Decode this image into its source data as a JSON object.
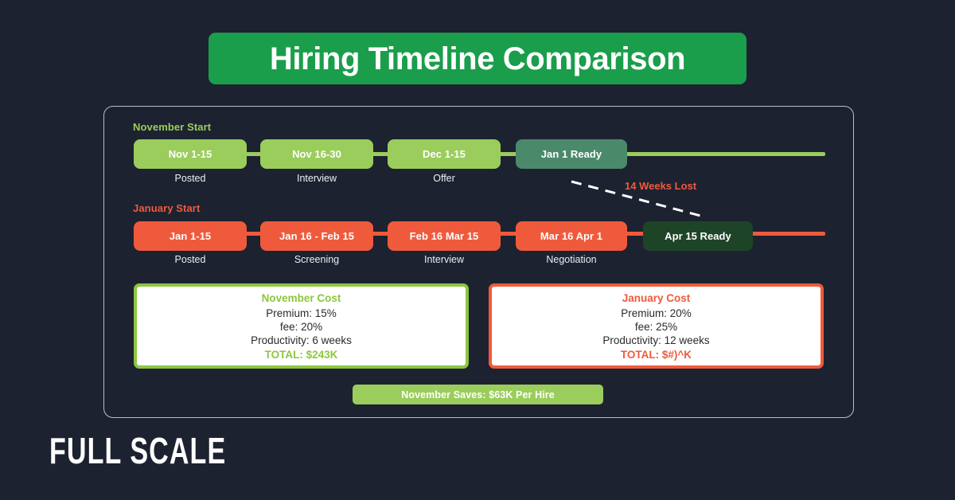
{
  "title": {
    "text": "Hiring Timeline Comparison"
  },
  "timelines": [
    {
      "label": "November Start",
      "accent_color": "#9acd5c",
      "nodes": [
        {
          "text": "Nov 1-15",
          "caption": "Posted",
          "style": "green"
        },
        {
          "text": "Nov 16-30",
          "caption": "Interview",
          "style": "green"
        },
        {
          "text": "Dec 1-15",
          "caption": "Offer",
          "style": "green"
        },
        {
          "text": "Jan 1 Ready",
          "caption": "",
          "style": "teal"
        }
      ]
    },
    {
      "label": "January Start",
      "accent_color": "#f05a3c",
      "nodes": [
        {
          "text": "Jan 1-15",
          "caption": "Posted",
          "style": "orange"
        },
        {
          "text": "Jan 16 - Feb 15",
          "caption": "Screening",
          "style": "orange"
        },
        {
          "text": "Feb 16 Mar 15",
          "caption": "Interview",
          "style": "orange"
        },
        {
          "text": "Mar 16 Apr 1",
          "caption": "Negotiation",
          "style": "orange"
        },
        {
          "text": "Apr 15 Ready",
          "caption": "",
          "style": "dark"
        }
      ]
    }
  ],
  "gap_annotation": {
    "text": "14 Weeks Lost",
    "color": "#f05a3c"
  },
  "cost_cards": [
    {
      "title": "November Cost",
      "lines": [
        "Premium: 15%",
        "fee: 20%",
        "Productivity: 6 weeks"
      ],
      "total": "TOTAL: $243K",
      "accent_color": "#8cc63f"
    },
    {
      "title": "January Cost",
      "lines": [
        "Premium: 20%",
        "fee: 25%",
        "Productivity: 12 weeks"
      ],
      "total": "TOTAL: $#)^K",
      "accent_color": "#f05a3c"
    }
  ],
  "savings_banner": {
    "text": "November Saves: $63K Per Hire"
  },
  "logo": {
    "text": "FULL SCALE"
  },
  "colors": {
    "background": "#1d2230",
    "title_banner": "#1a9e4b",
    "light_green": "#9acd5c",
    "teal_green": "#4a8a6b",
    "orange": "#f05a3c",
    "dark_green": "#1e4427",
    "panel_border": "#b9bec9"
  }
}
